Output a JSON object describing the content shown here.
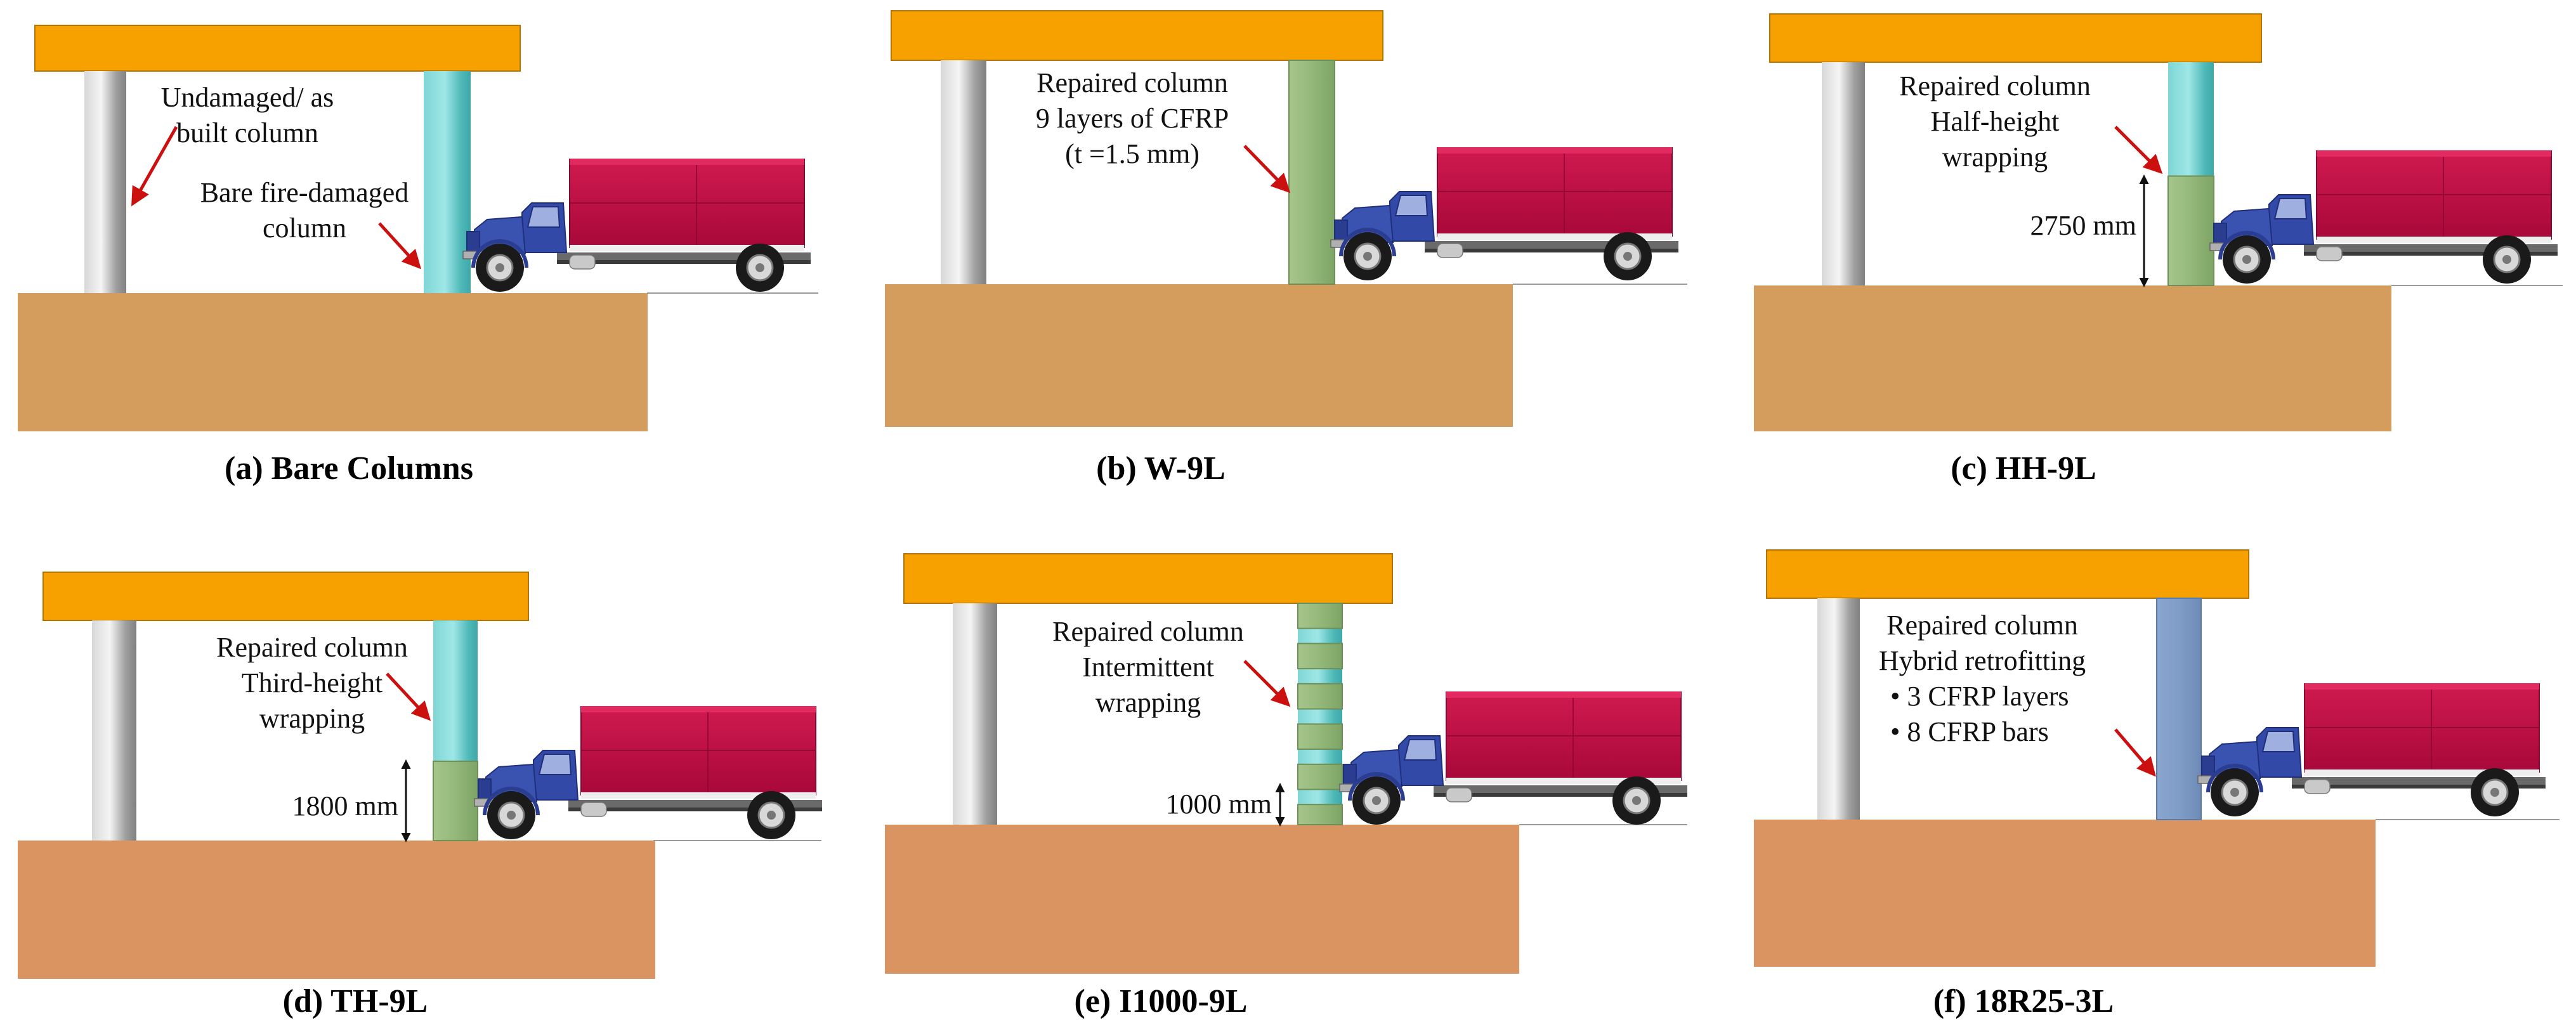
{
  "colors": {
    "slab": "#f7a100",
    "ground": "#d49c5d",
    "ground_alt": "#da9462",
    "column_built": "#c0c0c0",
    "column_damaged": "#5ec7c7",
    "cfrp_wrap": "#94b87a",
    "hybrid": "#7f9dc8",
    "truck_cargo": "#c30a42",
    "truck_cab": "#3349a7",
    "arrow": "#cc1010"
  },
  "panels": [
    {
      "id": "a",
      "caption": "(a) Bare Columns",
      "right_column": "bare",
      "annotations": [
        {
          "id": "undamaged",
          "lines": [
            "Undamaged/ as",
            "built column"
          ]
        },
        {
          "id": "damaged",
          "lines": [
            "Bare fire-damaged",
            "column"
          ]
        }
      ]
    },
    {
      "id": "b",
      "caption": "(b) W-9L",
      "right_column": "full-wrap",
      "annotations": [
        {
          "id": "repaired",
          "lines": [
            "Repaired column",
            "9 layers of CFRP",
            "(t =1.5 mm)"
          ]
        }
      ]
    },
    {
      "id": "c",
      "caption": "(c) HH-9L",
      "right_column": "half-height",
      "annotations": [
        {
          "id": "repaired",
          "lines": [
            "Repaired column",
            "Half-height",
            "wrapping"
          ]
        }
      ],
      "dimension": "2750 mm"
    },
    {
      "id": "d",
      "caption": "(d) TH-9L",
      "right_column": "third-height",
      "annotations": [
        {
          "id": "repaired",
          "lines": [
            "Repaired column",
            "Third-height",
            "wrapping"
          ]
        }
      ],
      "dimension": "1800 mm"
    },
    {
      "id": "e",
      "caption": "(e) I1000-9L",
      "right_column": "intermittent",
      "annotations": [
        {
          "id": "repaired",
          "lines": [
            "Repaired column",
            "Intermittent",
            "wrapping"
          ]
        }
      ],
      "dimension": "1000 mm"
    },
    {
      "id": "f",
      "caption": "(f) 18R25-3L",
      "right_column": "hybrid",
      "annotations": [
        {
          "id": "repaired",
          "lines": [
            "Repaired column",
            "Hybrid retrofitting",
            "•  3 CFRP layers",
            "•  8 CFRP bars"
          ]
        }
      ]
    }
  ]
}
